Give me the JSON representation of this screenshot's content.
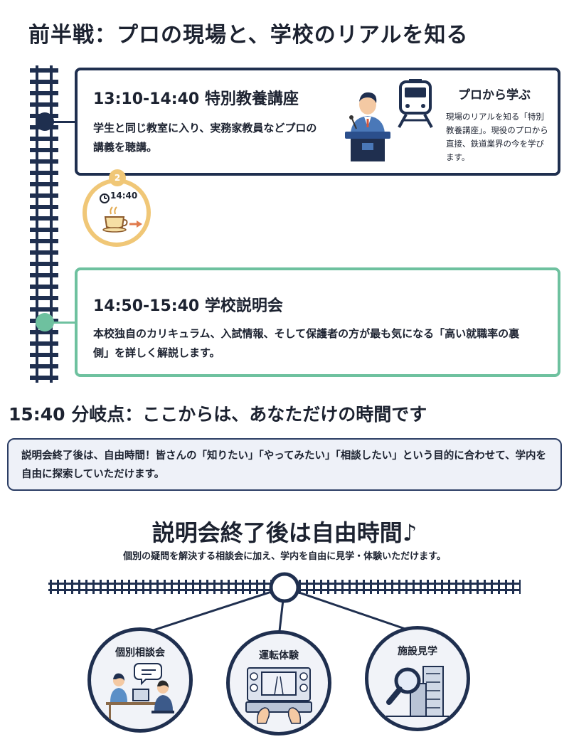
{
  "page": {
    "title": "前半戦：プロの現場と、学校のリアルを知る"
  },
  "session1": {
    "time": "13:10-14:40 特別教養講座",
    "desc": "学生と同じ教室に入り、実務家教員などプロの講義を聴講。",
    "side_title": "プロから学ぶ",
    "side_text": "現場のリアルを知る「特別教養講座」。現役のプロから直接、鉄道業界の今を学びます。"
  },
  "break": {
    "number": "2",
    "time": "14:40"
  },
  "session2": {
    "time": "14:50-15:40 学校説明会",
    "desc": "本校独自のカリキュラム、入試情報、そして保護者の方が最も気になる「高い就職率の裏側」を詳しく解説します。"
  },
  "branch": {
    "title": "15:40 分岐点：ここからは、あなただけの時間です",
    "note": "説明会終了後は、自由時間！皆さんの「知りたい」「やってみたい」「相談したい」という目的に合わせて、学内を自由に探索していただけます。"
  },
  "free": {
    "title": "説明会終了後は自由時間♪",
    "subtitle": "個別の疑問を解決する相談会に加え、学内を自由に見学・体験いただけます。"
  },
  "options": [
    {
      "label": "個別相談会",
      "icon": "consultation-icon"
    },
    {
      "label": "運転体験",
      "icon": "driving-simulator-icon"
    },
    {
      "label": "施設見学",
      "icon": "facility-tour-icon"
    }
  ],
  "colors": {
    "navy": "#1f2f4f",
    "green": "#6ec19f",
    "gold": "#f0c777",
    "note_bg": "#eef1f8"
  }
}
